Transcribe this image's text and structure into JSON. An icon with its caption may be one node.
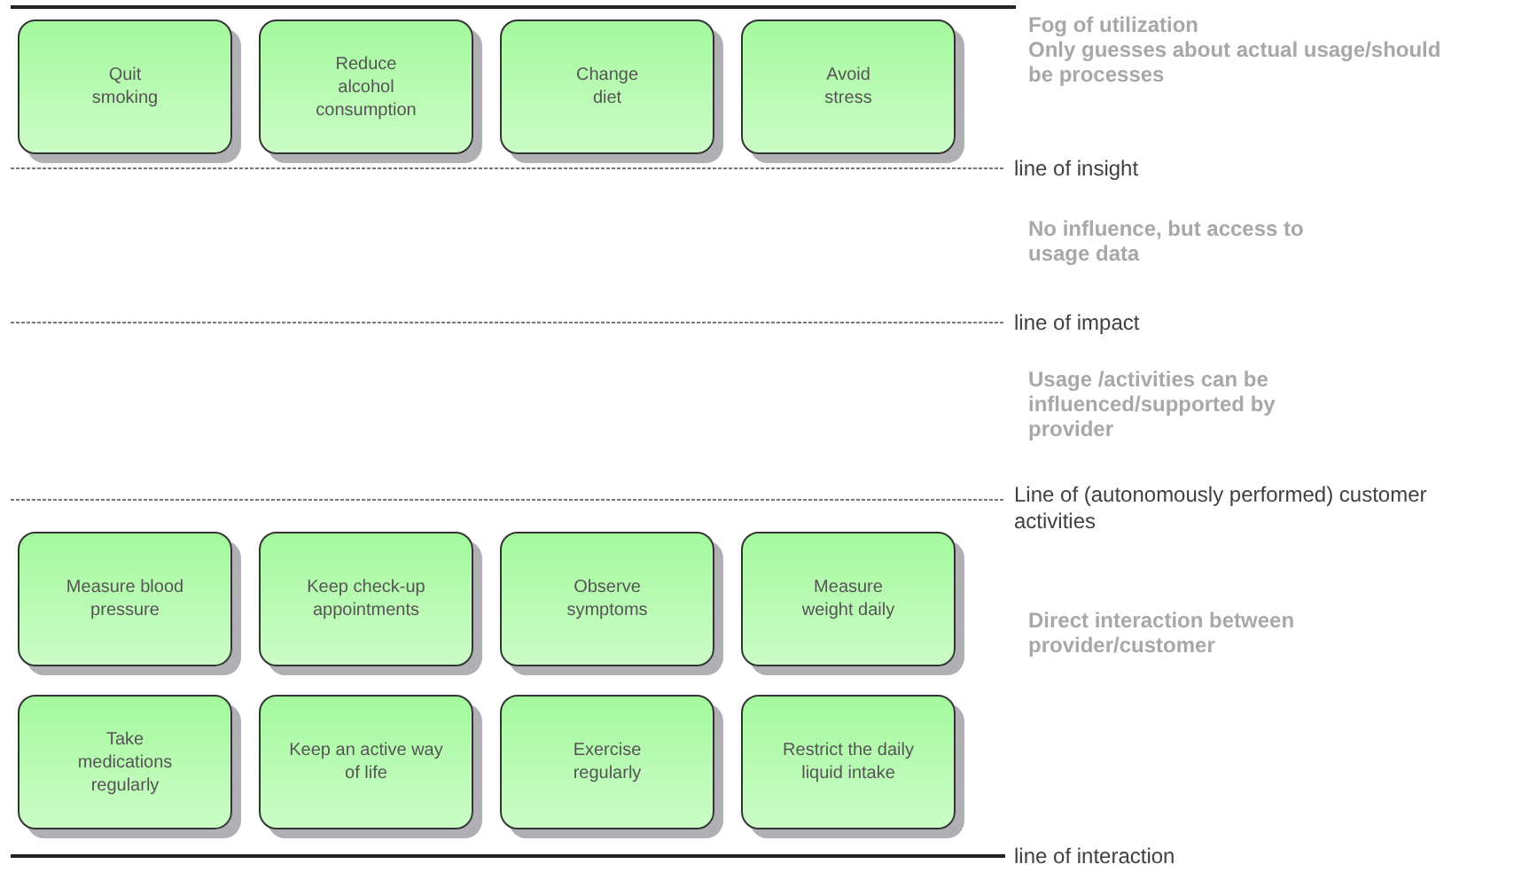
{
  "diagram": {
    "nodes": [
      {
        "text": [
          "Quit smoking"
        ]
      },
      {
        "text": [
          "Reduce alcohol consumption"
        ]
      },
      {
        "text": [
          "Change diet"
        ]
      },
      {
        "text": [
          "Avoid stress"
        ]
      },
      {
        "text": [
          "Measure blood pressure"
        ]
      },
      {
        "text": [
          "Keep check-up appointments"
        ]
      },
      {
        "text": [
          "Observe symptoms"
        ]
      },
      {
        "text": [
          "Measure weight daily"
        ]
      },
      {
        "text": [
          "Take medications regularly"
        ]
      },
      {
        "text": [
          "Keep an active way of life"
        ]
      },
      {
        "text": [
          "Exercise regularly"
        ]
      },
      {
        "text": [
          "Restrict the daily liquid intake"
        ]
      }
    ],
    "labels": [
      "Fog of utilization",
      "Only guesses about actual usage/should be processes",
      "line of insight",
      "No influence, but access to usage data",
      "line of impact",
      "Usage /activities can be influenced/supported by provider",
      "Line of (autonomously performed) customer activities",
      "Direct interaction between provider/customer",
      "line of interaction"
    ]
  }
}
